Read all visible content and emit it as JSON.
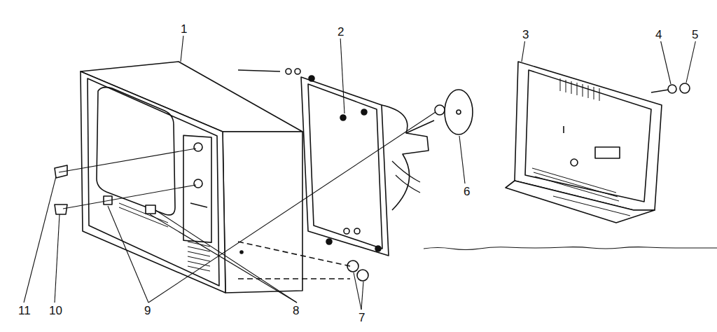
{
  "diagram": {
    "labels": [
      "1",
      "2",
      "3",
      "4",
      "5",
      "6",
      "11",
      "10",
      "9",
      "8",
      "7"
    ]
  }
}
